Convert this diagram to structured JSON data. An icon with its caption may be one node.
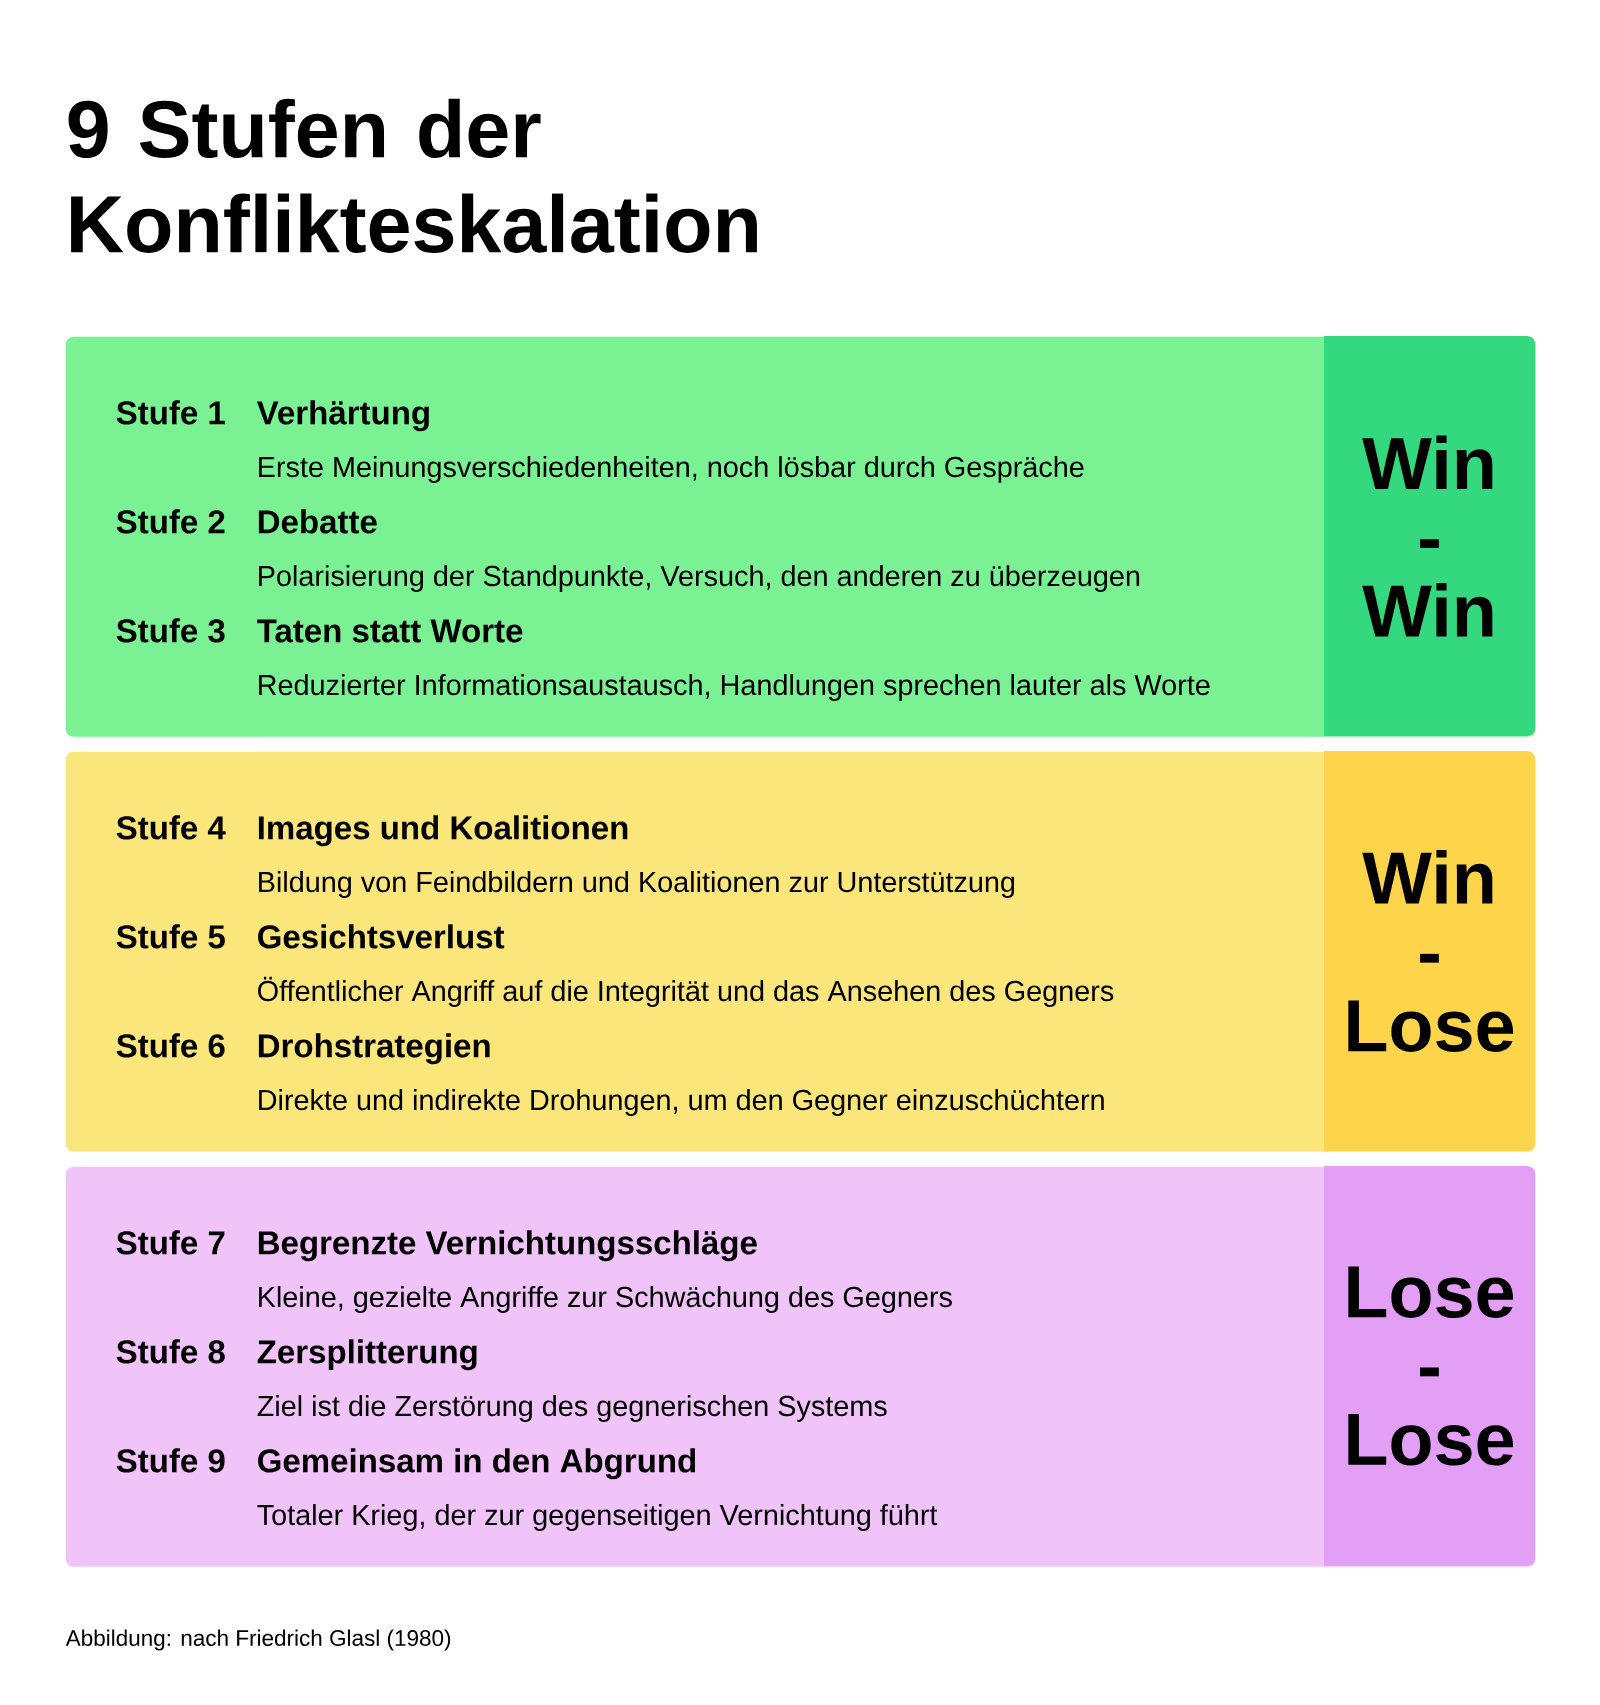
{
  "diagram": {
    "title": "9 Stufen der Konflikteskalation",
    "nodes": [
      {
        "text": [],
        "shape": "box"
      },
      {
        "text": [
          "Stufe 1",
          "Verhärtung",
          "Erste Meinungsverschiedenheiten, noch lösbar durch Gespräche"
        ],
        "in": 0
      },
      {
        "text": [
          "Stufe 2",
          "Debatte",
          "Polarisierung der Standpunkte, Versuch, den anderen zu überzeugen"
        ],
        "in": 0
      },
      {
        "text": [
          "Stufe 3",
          "Taten statt Worte",
          "Reduzierter Informationsaustausch, Handlungen sprechen lauter als Worte"
        ],
        "in": 0
      },
      {
        "text": [
          "Win - Win"
        ],
        "in": 0
      },
      {
        "text": [],
        "shape": "box"
      },
      {
        "text": [
          "Stufe 4",
          "Images und Koalitionen",
          "Bildung von Feindbildern und Koalitionen zur Unterstützung"
        ],
        "in": 5
      },
      {
        "text": [
          "Stufe 5",
          "Gesichtsverlust",
          "Öffentlicher Angriff auf die Integrität und das Ansehen des Gegners"
        ],
        "in": 5
      },
      {
        "text": [
          "Stufe 6",
          "Drohstrategien",
          "Direkte und indirekte Drohungen, um den Gegner einzuschüchtern"
        ],
        "in": 5
      },
      {
        "text": [
          "Win - Lose"
        ],
        "in": 5
      },
      {
        "text": [],
        "shape": "box"
      },
      {
        "text": [
          "Stufe 7",
          "Begrenzte Vernichtungsschläge",
          "Kleine, gezielte Angriffe zur Schwächung des Gegners"
        ],
        "in": 10
      },
      {
        "text": [
          "Stufe 8",
          "Zersplitterung",
          "Ziel ist die Zerstörung des gegnerischen Systems"
        ],
        "in": 10
      },
      {
        "text": [
          "Stufe 9",
          "Gemeinsam in den Abgrund",
          "Totaler Krieg, der zur gegenseitigen Vernichtung führt"
        ],
        "in": 10
      },
      {
        "text": [
          "Lose - Lose"
        ],
        "in": 10
      }
    ],
    "labels": [
      "Abbildung: nach Friedrich Glasl (1980)"
    ]
  }
}
